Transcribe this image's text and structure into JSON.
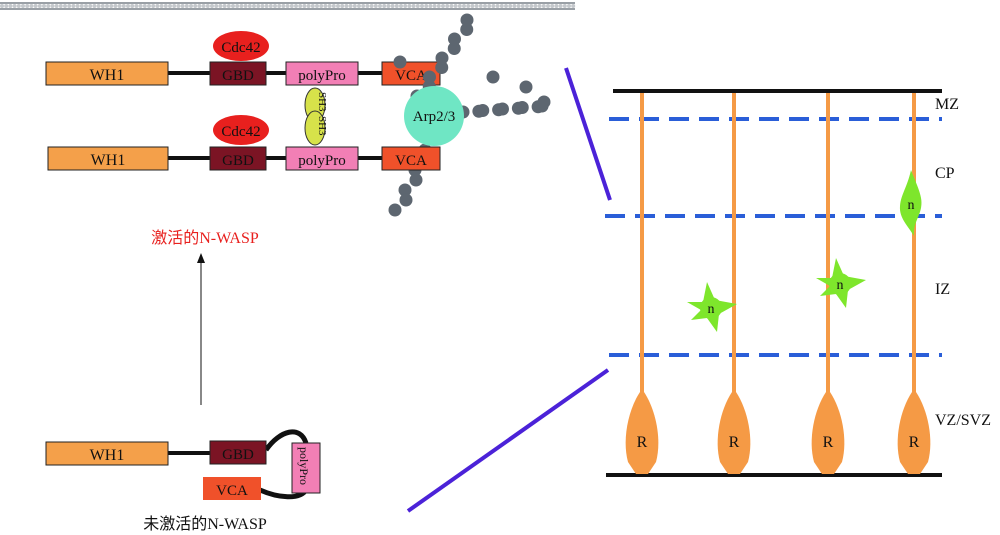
{
  "molecule": {
    "wh1": "WH1",
    "gbd": "GBD",
    "polypro": "polyPro",
    "vca": "VCA",
    "cdc42": "Cdc42",
    "sh3": "SH3",
    "arp23": "Arp2/3"
  },
  "labels": {
    "activated": "激活的N-WASP",
    "inactive": "未激活的N-WASP"
  },
  "cortex": {
    "zones": [
      "MZ",
      "CP",
      "IZ",
      "VZ/SVZ"
    ],
    "radial_glia_label": "R",
    "neuron_label": "n"
  },
  "colors": {
    "wh1": "#f4a04a",
    "gbd": "#7b1424",
    "polypro": "#f27fb5",
    "vca": "#f0512a",
    "cdc42": "#e8201e",
    "sh3": "#d7e24a",
    "arp23": "#6fe6c4",
    "actin": "#5d6670",
    "glia": "#f59a45",
    "neuron": "#7ee62c",
    "dashed": "#2a5ed8",
    "pointer": "#4b22d8"
  }
}
